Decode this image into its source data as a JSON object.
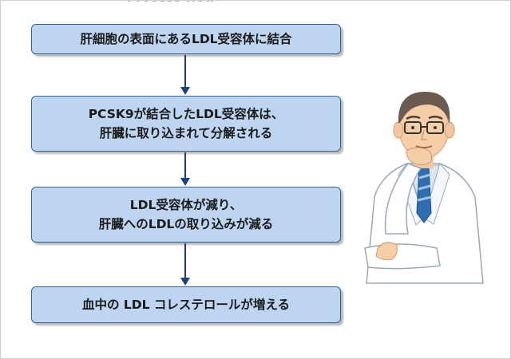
{
  "top_partial_text": "Process flow",
  "flow": {
    "step1": [
      "肝細胞の表面にあるLDL受容体に結合"
    ],
    "step2": [
      "PCSK9が結合したLDL受容体は、",
      "肝臓に取り込まれて分解される"
    ],
    "step3": [
      "LDL受容体が減り、",
      "肝臓へのLDLの取り込みが減る"
    ],
    "step4": [
      "血中の LDL コレステロールが増える"
    ]
  },
  "colors": {
    "box_fill": "#bdd5f0",
    "box_border": "#3a5f9a",
    "arrow": "#1f3f78"
  },
  "illustration": "doctor-thinking"
}
